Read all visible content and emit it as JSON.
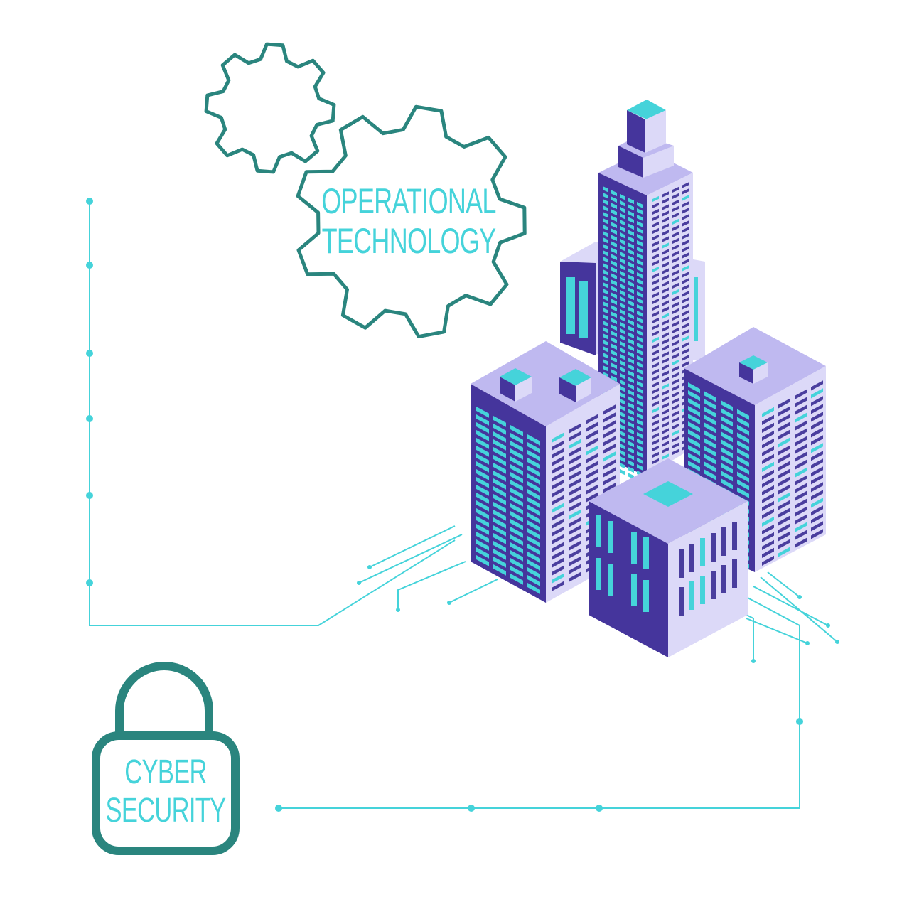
{
  "colors": {
    "teal_outline": "#2a857e",
    "cyan_accent": "#45d3da",
    "building_dark": "#45359c",
    "building_light": "#dcd9f8",
    "building_roof": "#bfb9f0",
    "window_dark": "#4a3e9e"
  },
  "operational_technology": {
    "line1": "OPERATIONAL",
    "line2": "TECHNOLOGY"
  },
  "cyber_security": {
    "line1": "CYBER",
    "line2": "SECURITY"
  },
  "icons": [
    "small-gear-icon",
    "large-gear-icon",
    "padlock-icon",
    "city-buildings-icon",
    "circuit-lines"
  ]
}
